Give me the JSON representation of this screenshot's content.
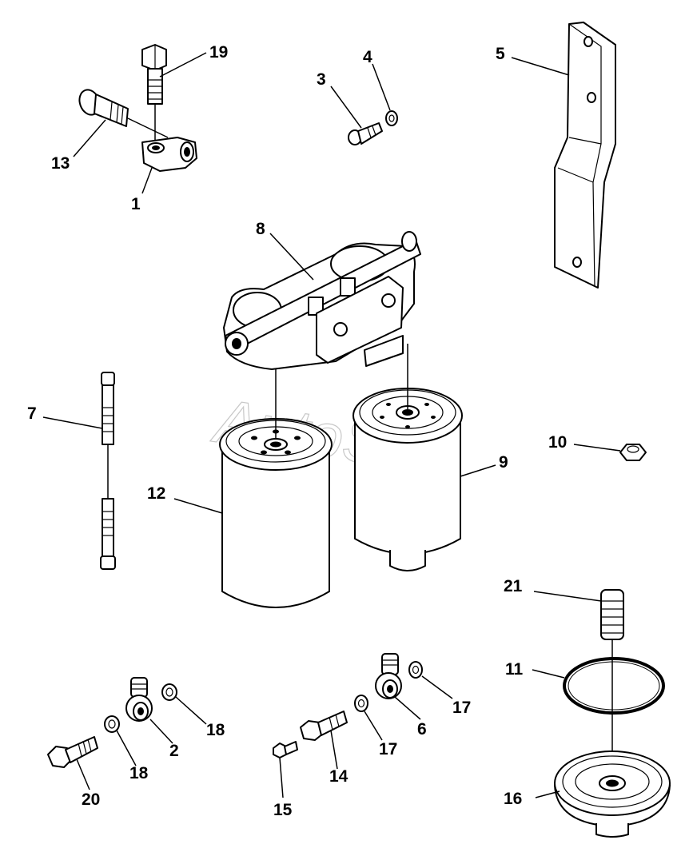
{
  "watermark": "AutoSoft",
  "callouts": {
    "c1": "1",
    "c2": "2",
    "c3": "3",
    "c4": "4",
    "c5": "5",
    "c6": "6",
    "c7": "7",
    "c8": "8",
    "c9": "9",
    "c10": "10",
    "c11": "11",
    "c12": "12",
    "c13": "13",
    "c14": "14",
    "c15": "15",
    "c16": "16",
    "c17a": "17",
    "c17b": "17",
    "c18a": "18",
    "c18b": "18",
    "c19": "19",
    "c20": "20",
    "c21": "21"
  }
}
